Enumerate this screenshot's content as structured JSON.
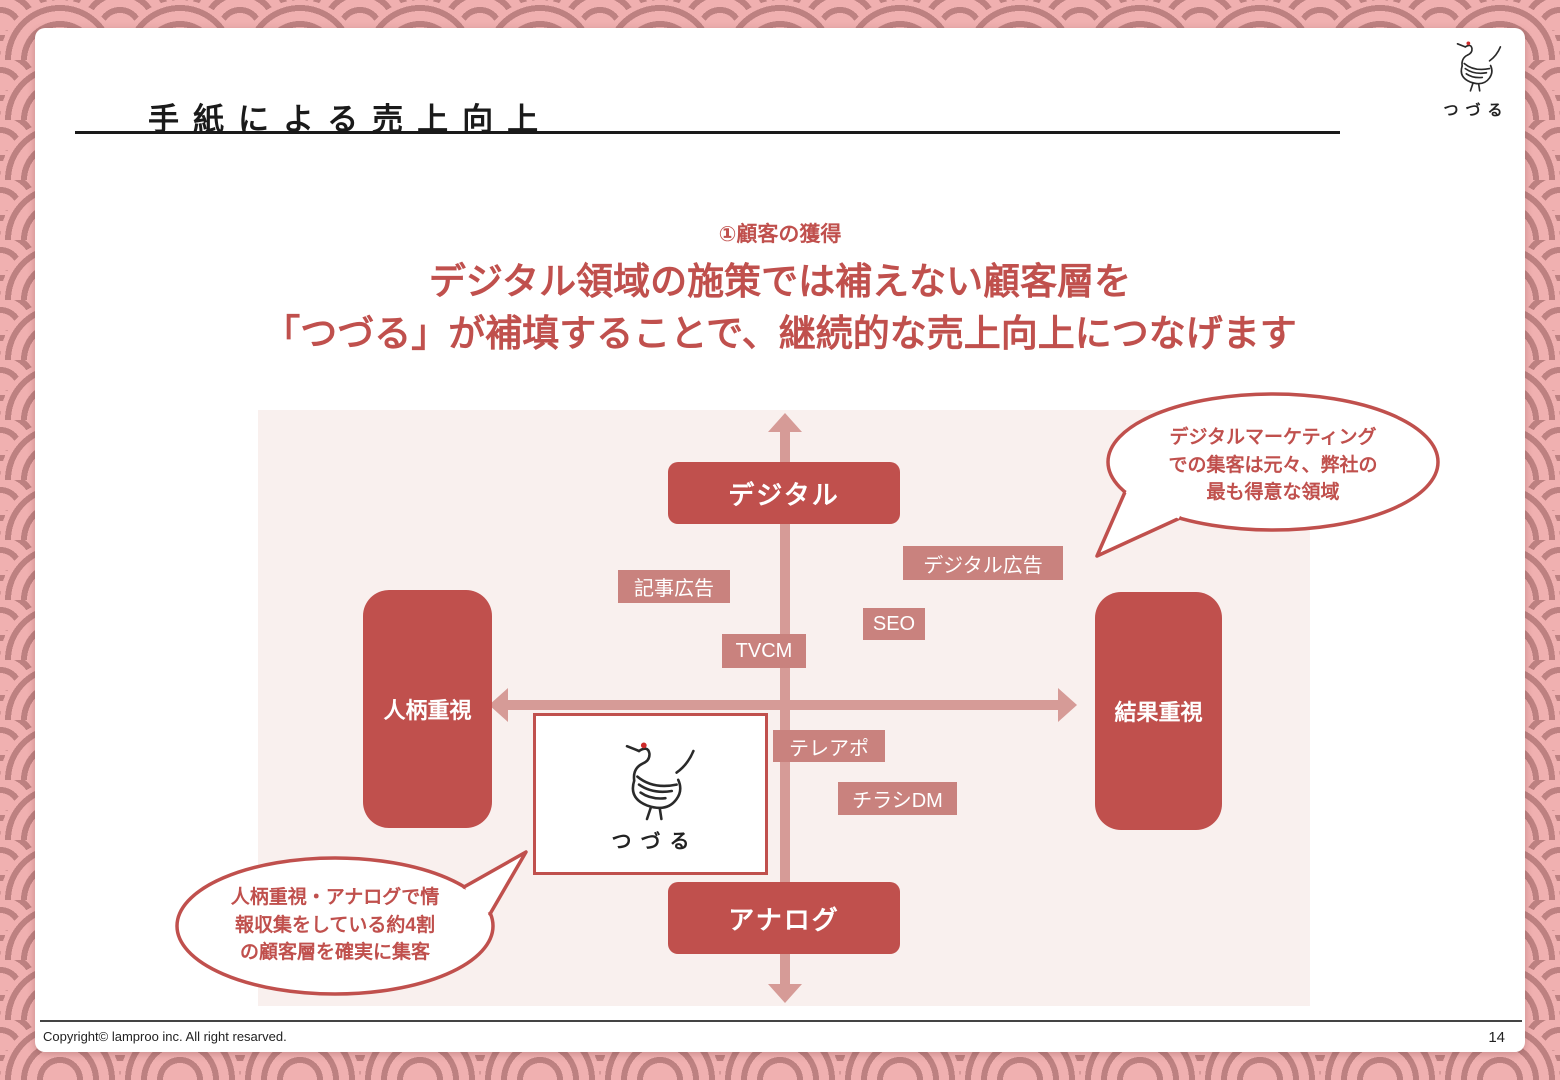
{
  "colors": {
    "accent": "#c0504d",
    "tag_chip": "#c9827e",
    "axis_arrow": "#d69b97",
    "diagram_background": "#f9f0ee",
    "pattern_pink": "#f0b0b0",
    "pattern_dark": "#bd8181"
  },
  "header": {
    "title": "手紙による売上向上",
    "brand": "つづる"
  },
  "lead": {
    "kicker": "①顧客の獲得",
    "line1": "デジタル領域の施策では補えない顧客層を",
    "line2": "「つづる」が補填することで、継続的な売上向上につなげます"
  },
  "diagram": {
    "axis_top": "デジタル",
    "axis_bottom": "アナログ",
    "axis_left": "人柄重視",
    "axis_right": "結果重視",
    "tags": [
      {
        "label": "記事広告"
      },
      {
        "label": "デジタル広告"
      },
      {
        "label": "SEO"
      },
      {
        "label": "TVCM"
      },
      {
        "label": "テレアポ"
      },
      {
        "label": "チラシDM"
      }
    ],
    "center_brand": "つづる"
  },
  "callouts": {
    "digital": {
      "lines": [
        "デジタルマーケティング",
        "での集客は元々、弊社の",
        "最も得意な領域"
      ]
    },
    "analog": {
      "lines": [
        "人柄重視・アナログで情",
        "報収集をしている約4割",
        "の顧客層を確実に集客"
      ]
    }
  },
  "footer": {
    "copyright": "Copyright© lamproo inc. All right resarved.",
    "page": "14"
  }
}
